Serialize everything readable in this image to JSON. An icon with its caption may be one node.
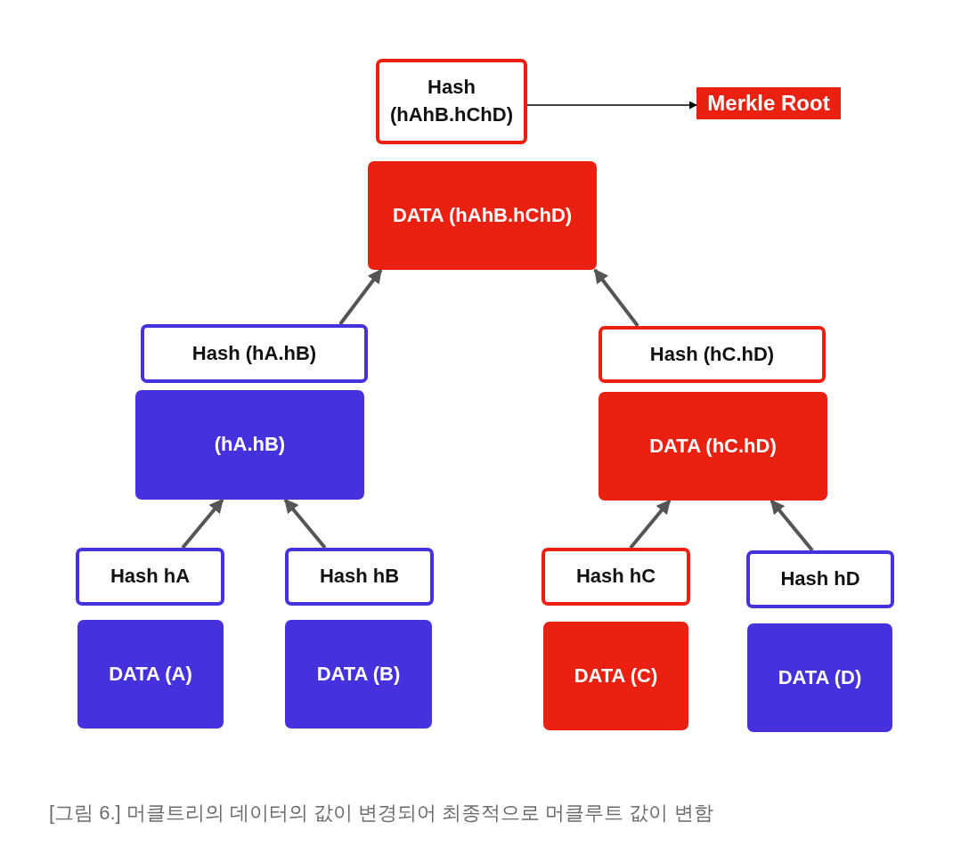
{
  "diagram": {
    "caption": "[그림 6.] 머클트리의 데이터의 값이 변경되어 최종적으로 머클루트 값이 변함",
    "nodes": [
      {
        "text": [
          "Hash (hAhB.hChD)"
        ]
      },
      {
        "text": [
          "Merkle Root"
        ]
      },
      {
        "text": [
          "DATA (hAhB.hChD)"
        ]
      },
      {
        "text": [
          "Hash (hA.hB)"
        ]
      },
      {
        "text": [
          "(hA.hB)"
        ]
      },
      {
        "text": [
          "Hash (hC.hD)"
        ]
      },
      {
        "text": [
          "DATA (hC.hD)"
        ]
      },
      {
        "text": [
          "Hash hA"
        ]
      },
      {
        "text": [
          "DATA (A)"
        ]
      },
      {
        "text": [
          "Hash hB"
        ]
      },
      {
        "text": [
          "DATA (B)"
        ]
      },
      {
        "text": [
          "Hash hC"
        ]
      },
      {
        "text": [
          "DATA (C)"
        ]
      },
      {
        "text": [
          "Hash hD"
        ]
      },
      {
        "text": [
          "DATA (D)"
        ]
      }
    ],
    "edges": [
      {
        "from": 0,
        "to": 1,
        "arrow": "to",
        "color": "#000000"
      },
      {
        "from": 3,
        "to": 2,
        "arrow": "to"
      },
      {
        "from": 5,
        "to": 2,
        "arrow": "to"
      },
      {
        "from": 7,
        "to": 4,
        "arrow": "to"
      },
      {
        "from": 9,
        "to": 4,
        "arrow": "to"
      },
      {
        "from": 11,
        "to": 6,
        "arrow": "to"
      },
      {
        "from": 13,
        "to": 6,
        "arrow": "to"
      }
    ]
  }
}
